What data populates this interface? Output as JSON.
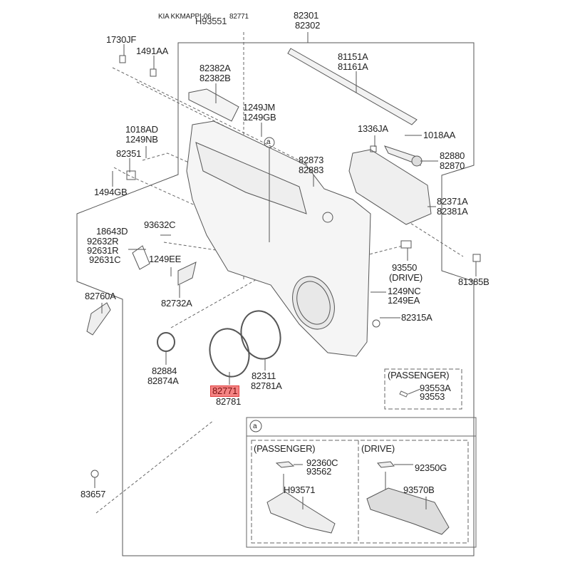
{
  "header": {
    "watermark": "KIA KKMAPPI-06",
    "overlap_code": "H93551",
    "overlap_code2": "82771"
  },
  "labels": {
    "p82301": "82301",
    "p82302": "82302",
    "p1730JF": "1730JF",
    "p1491AA": "1491AA",
    "p82382A": "82382A",
    "p82382B": "82382B",
    "p81151A": "81151A",
    "p81161A": "81161A",
    "p1249JM": "1249JM",
    "p1249GB": "1249GB",
    "p1018AD": "1018AD",
    "p1249NB": "1249NB",
    "p82351": "82351",
    "p1494GB": "1494GB",
    "p1336JA": "1336JA",
    "p1018AA": "1018AA",
    "p82880": "82880",
    "p82870": "82870",
    "p82873": "82873",
    "p82883": "82883",
    "p82371A": "82371A",
    "p82381A": "82381A",
    "p18643D": "18643D",
    "p93632C": "93632C",
    "p92632R": "92632R",
    "p92631R": "92631R",
    "p92631C": "92631C",
    "p1249EE": "1249EE",
    "p82732A": "82732A",
    "p82760A": "82760A",
    "p93550": "93550",
    "drive_note": "(DRIVE)",
    "p81385B": "81385B",
    "p1249NC": "1249NC",
    "p1249EA": "1249EA",
    "p82315A": "82315A",
    "p82884": "82884",
    "p82874A": "82874A",
    "p82311": "82311",
    "p82781A": "82781A",
    "p82771": "82771",
    "p82781": "82781",
    "p83657": "83657"
  },
  "passenger_box": {
    "title": "(PASSENGER)",
    "p93553A": "93553A",
    "p93553": "93553"
  },
  "detail_a": {
    "marker": "a",
    "passenger": {
      "title": "(PASSENGER)",
      "p92360C": "92360C",
      "p93562": "93562",
      "pH93571": "H93571"
    },
    "drive": {
      "title": "(DRIVE)",
      "p92350G": "92350G",
      "p93570B": "93570B"
    }
  },
  "callout_marker": "a",
  "highlight_color": "#f06060"
}
